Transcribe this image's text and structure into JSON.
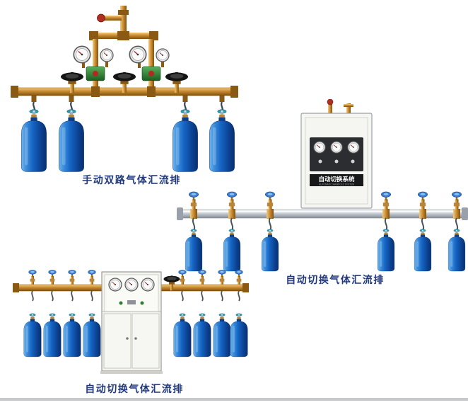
{
  "page": {
    "background": "#ffffff"
  },
  "figures": {
    "manual_dual": {
      "caption": "手动双路气体汇流排"
    },
    "auto_wall": {
      "caption": "自动切换气体汇流排",
      "panel_title": "自动切换系统",
      "panel_subtitle": "AUTOMATIC MANIFOLD SYSTEM"
    },
    "auto_floor": {
      "caption": "自动切换气体汇流排"
    }
  },
  "colors": {
    "caption_text": "#223a7d",
    "cylinder_blue": "#1565c4",
    "brass": "#c8892f",
    "aluminum": "#cdd3da",
    "valve_handle_blue": "#3b7fd4",
    "regulator_green": "#2e7d32"
  }
}
